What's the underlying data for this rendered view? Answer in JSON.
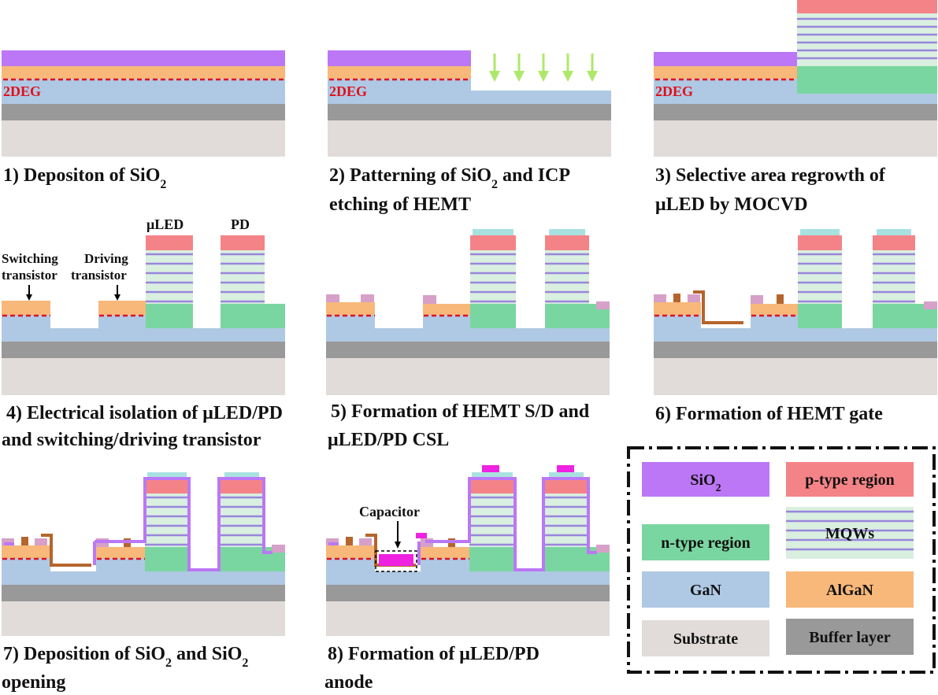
{
  "colors": {
    "sio2": "#bb77f5",
    "algan": "#f7b87a",
    "gan": "#afc9e4",
    "buffer": "#999999",
    "substrate": "#e1dcda",
    "ntype": "#7ad6a0",
    "ptype": "#f48387",
    "mqw_bg": "#d9efe0",
    "mqw_line": "#9a86dc",
    "cap_top": "#a9e1e0",
    "contact_pink": "#d6a0c8",
    "metal": "#b5652c",
    "anode": "#ee22e0",
    "twodeg": "#e0101a",
    "arrow": "#aee86a"
  },
  "steps": [
    {
      "num": "1)",
      "line1a": "Depositon of SiO",
      "line1sub": "2",
      "line1b": "",
      "line2": ""
    },
    {
      "num": "2)",
      "line1a": "Patterning of SiO",
      "line1sub": "2",
      "line1b": " and ICP",
      "line2": "etching of HEMT"
    },
    {
      "num": "3)",
      "line1a": "Selective area regrowth of",
      "line1sub": "",
      "line1b": "",
      "line2": "μLED by MOCVD"
    },
    {
      "num": "4)",
      "line1a": "Electrical isolation of μLED/PD",
      "line1sub": "",
      "line1b": "",
      "line2": "and switching/driving transistor"
    },
    {
      "num": "5)",
      "line1a": "Formation of HEMT S/D and",
      "line1sub": "",
      "line1b": "",
      "line2": "μLED/PD CSL"
    },
    {
      "num": "6)",
      "line1a": "Formation of HEMT gate",
      "line1sub": "",
      "line1b": "",
      "line2": ""
    },
    {
      "num": "7)",
      "line1a": "Deposition of SiO",
      "line1sub": "2",
      "line1b": " and SiO",
      "line1sub2": "2",
      "line2": "opening"
    },
    {
      "num": "8)",
      "line1a": "Formation of μLED/PD",
      "line1sub": "",
      "line1b": "",
      "line2": "anode"
    }
  ],
  "labels": {
    "twodeg": "2DEG",
    "uled": "μLED",
    "pd": "PD",
    "switching_1": "Switching",
    "switching_2": "transistor",
    "driving_1": "Driving",
    "driving_2": "transistor",
    "capacitor": "Capacitor"
  },
  "legend": [
    {
      "key": "sio2",
      "text": "SiO",
      "sub": "2"
    },
    {
      "key": "ptype",
      "text": "p-type region",
      "sub": ""
    },
    {
      "key": "ntype",
      "text": "n-type region",
      "sub": ""
    },
    {
      "key": "mqw",
      "text": "MQWs",
      "sub": ""
    },
    {
      "key": "gan",
      "text": "GaN",
      "sub": ""
    },
    {
      "key": "algan",
      "text": "AlGaN",
      "sub": ""
    },
    {
      "key": "substrate",
      "text": "Substrate",
      "sub": ""
    },
    {
      "key": "buffer",
      "text": "Buffer layer",
      "sub": ""
    }
  ]
}
